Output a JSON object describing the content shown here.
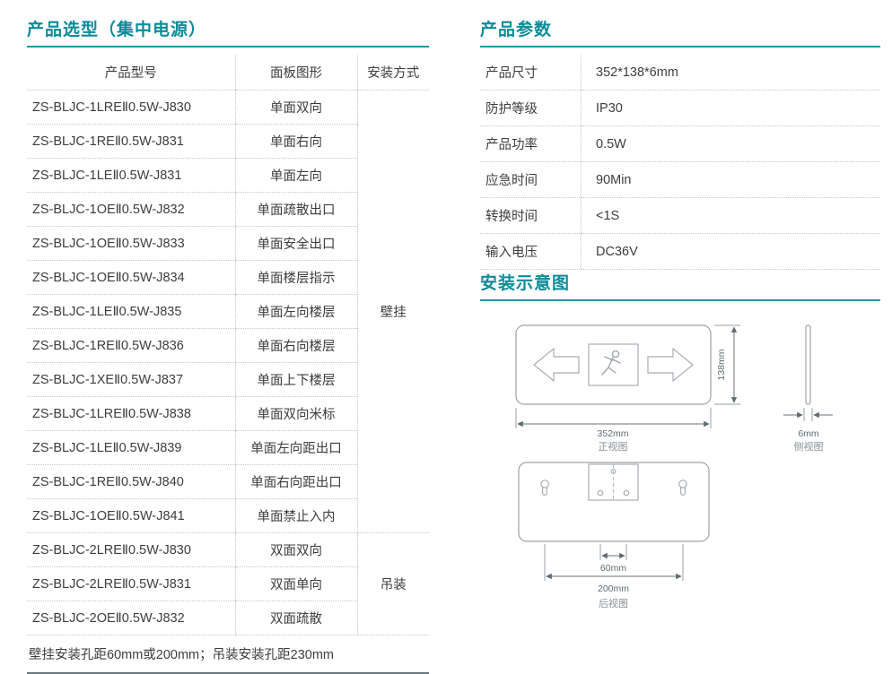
{
  "accent_color": "#0c8b99",
  "selection": {
    "title": "产品选型（集中电源）",
    "columns": [
      "产品型号",
      "面板图形",
      "安装方式"
    ],
    "mount_wall": "壁挂",
    "mount_ceiling": "吊装",
    "rows": [
      {
        "model": "ZS-BLJC-1LREⅡ0.5W-J830",
        "panel": "单面双向"
      },
      {
        "model": "ZS-BLJC-1REⅡ0.5W-J831",
        "panel": "单面右向"
      },
      {
        "model": "ZS-BLJC-1LEⅡ0.5W-J831",
        "panel": "单面左向"
      },
      {
        "model": "ZS-BLJC-1OEⅡ0.5W-J832",
        "panel": "单面疏散出口"
      },
      {
        "model": "ZS-BLJC-1OEⅡ0.5W-J833",
        "panel": "单面安全出口"
      },
      {
        "model": "ZS-BLJC-1OEⅡ0.5W-J834",
        "panel": "单面楼层指示"
      },
      {
        "model": "ZS-BLJC-1LEⅡ0.5W-J835",
        "panel": "单面左向楼层"
      },
      {
        "model": "ZS-BLJC-1REⅡ0.5W-J836",
        "panel": "单面右向楼层"
      },
      {
        "model": "ZS-BLJC-1XEⅡ0.5W-J837",
        "panel": "单面上下楼层"
      },
      {
        "model": "ZS-BLJC-1LREⅡ0.5W-J838",
        "panel": "单面双向米标"
      },
      {
        "model": "ZS-BLJC-1LEⅡ0.5W-J839",
        "panel": "单面左向距出口"
      },
      {
        "model": "ZS-BLJC-1REⅡ0.5W-J840",
        "panel": "单面右向距出口"
      },
      {
        "model": "ZS-BLJC-1OEⅡ0.5W-J841",
        "panel": "单面禁止入内"
      },
      {
        "model": "ZS-BLJC-2LREⅡ0.5W-J830",
        "panel": "双面双向"
      },
      {
        "model": "ZS-BLJC-2LREⅡ0.5W-J831",
        "panel": "双面单向"
      },
      {
        "model": "ZS-BLJC-2OEⅡ0.5W-J832",
        "panel": "双面疏散"
      }
    ],
    "note": "壁挂安装孔距60mm或200mm；吊装安装孔距230mm"
  },
  "parameters": {
    "title": "产品参数",
    "rows": [
      {
        "label": "产品尺寸",
        "value": "352*138*6mm"
      },
      {
        "label": "防护等级",
        "value": "IP30"
      },
      {
        "label": "产品功率",
        "value": "0.5W"
      },
      {
        "label": "应急时间",
        "value": "90Min"
      },
      {
        "label": "转换时间",
        "value": "<1S"
      },
      {
        "label": "输入电压",
        "value": "DC36V"
      }
    ]
  },
  "installation": {
    "title": "安装示意图",
    "views": {
      "front": "正视图",
      "side": "侧视图",
      "rear": "后视图"
    },
    "dimensions": {
      "width": "352mm",
      "height": "138mm",
      "thickness": "6mm",
      "hole_small": "60mm",
      "hole_large": "200mm"
    }
  }
}
